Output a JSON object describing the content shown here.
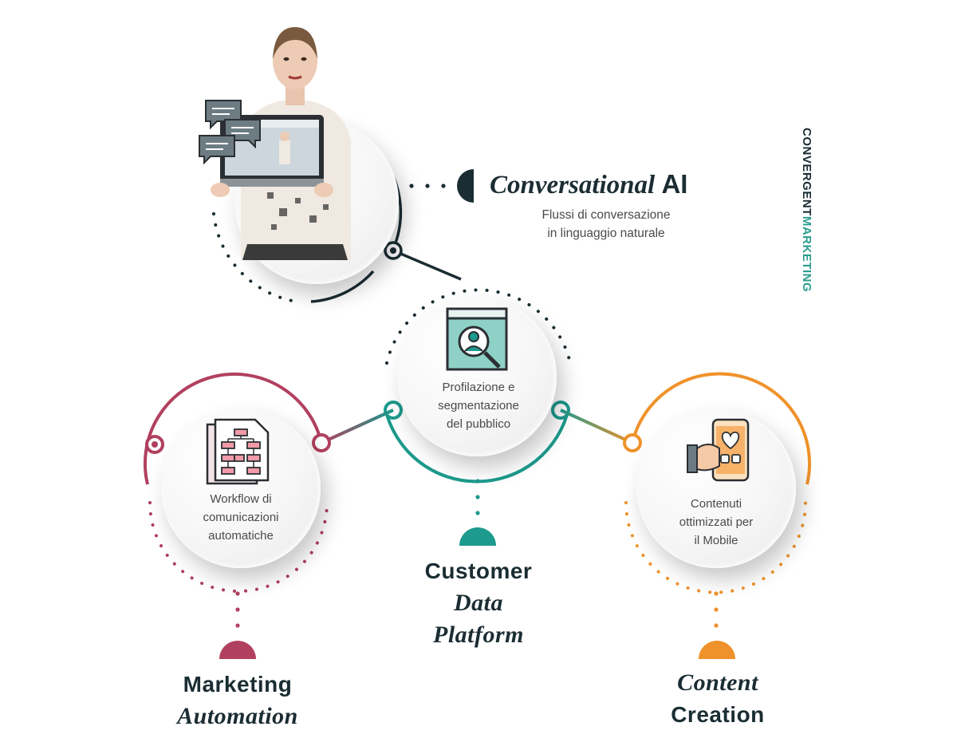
{
  "brand": {
    "part1": "CONVERGENT",
    "part2": "MARKETING"
  },
  "conversational_ai": {
    "title_italic": "Conversational",
    "title_upright": "AI",
    "subtitle_line1": "Flussi di conversazione",
    "subtitle_line2": "in linguaggio naturale"
  },
  "customer_data_platform": {
    "label_line1": "Profilazione e",
    "label_line2": "segmentazione",
    "label_line3": "del pubblico",
    "title_line1": "Customer",
    "title_line2": "Data",
    "title_line3": "Platform",
    "icon": "user-search-icon",
    "color": "#1d9a8d"
  },
  "marketing_automation": {
    "label_line1": "Workflow di",
    "label_line2": "comunicazioni",
    "label_line3": "automatiche",
    "title_line1": "Marketing",
    "title_line2": "Automation",
    "icon": "flowchart-document-icon",
    "color": "#b1405f"
  },
  "content_creation": {
    "label_line1": "Contenuti",
    "label_line2": "ottimizzati per",
    "label_line3": "il Mobile",
    "title_line1": "Content",
    "title_line2": "Creation",
    "icon": "mobile-heart-icon",
    "color": "#ef922b"
  },
  "colors": {
    "navy": "#1b2d33",
    "teal": "#1d9a8d",
    "crimson": "#b1405f",
    "orange": "#ef922b"
  },
  "person_photo": {
    "icon": "presenter-with-laptop-icon"
  }
}
